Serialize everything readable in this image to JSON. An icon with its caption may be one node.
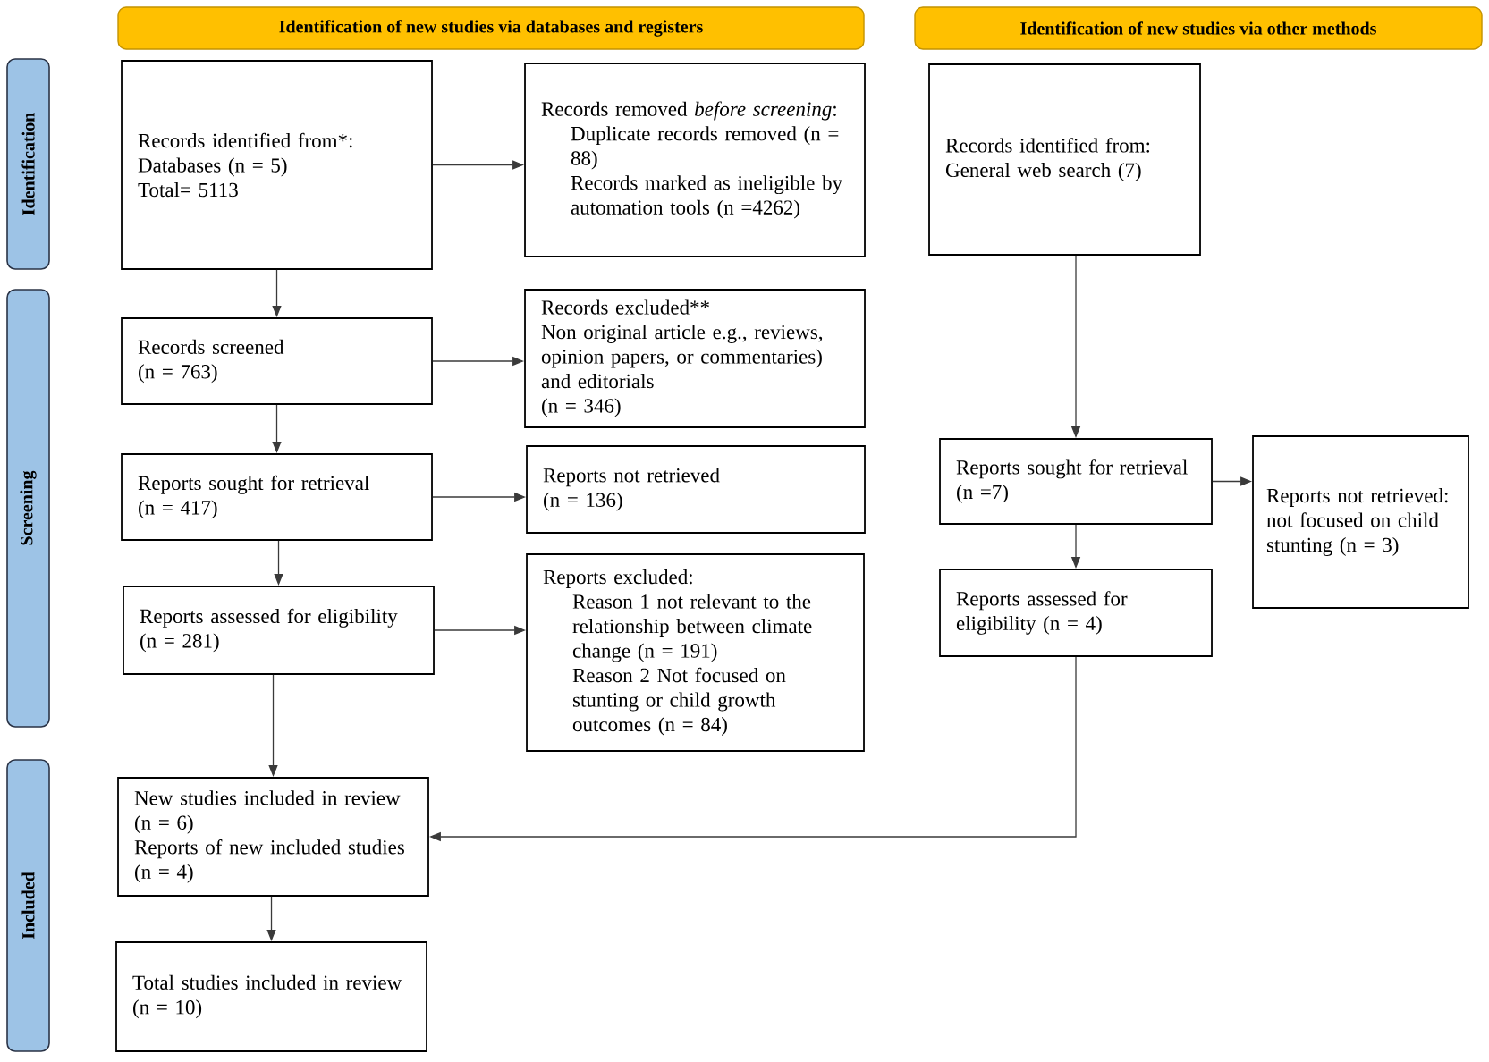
{
  "diagram": {
    "nodes": [
      {
        "text": [
          "Identification of new studies via databases and registers"
        ]
      },
      {
        "text": [
          "Identification of new studies via other methods"
        ]
      },
      {
        "text": [
          "Identification"
        ]
      },
      {
        "text": [
          "Screening"
        ]
      },
      {
        "text": [
          "Included"
        ]
      },
      {
        "text": [
          "Records identified from*:",
          "Databases (n = 5)",
          "Total= 5113"
        ]
      },
      {
        "text": [
          "Records removed *before screening*:",
          "Duplicate records removed (n = 88)",
          "Records marked as ineligible by automation tools (n =4262)"
        ]
      },
      {
        "text": [
          "Records identified from:",
          "General web search (7)"
        ]
      },
      {
        "text": [
          "Records screened",
          "(n = 763)"
        ]
      },
      {
        "text": [
          "Records excluded**",
          "Non original article e.g., reviews, opinion papers, or commentaries) and editorials",
          "(n = 346)"
        ]
      },
      {
        "text": [
          "Reports sought for retrieval",
          "(n = 417)"
        ]
      },
      {
        "text": [
          "Reports not retrieved",
          "(n = 136)"
        ]
      },
      {
        "text": [
          "Reports sought for retrieval",
          "(n =7)"
        ]
      },
      {
        "text": [
          "Reports not retrieved: not focused on child stunting (n = 3)"
        ]
      },
      {
        "text": [
          "Reports assessed for eligibility",
          "(n = 281)"
        ]
      },
      {
        "text": [
          "Reports excluded:",
          "Reason 1 not relevant to the relationship between climate change (n = 191)",
          "Reason 2 Not focused on stunting or child growth outcomes (n = 84)"
        ]
      },
      {
        "text": [
          "Reports assessed for eligibility (n = 4)"
        ]
      },
      {
        "text": [
          "New studies included in review",
          "(n = 6)",
          "Reports of new included studies",
          "(n = 4)"
        ]
      },
      {
        "text": [
          "Total studies included in review",
          "(n = 10)"
        ]
      }
    ],
    "edges": [
      {
        "from": 5,
        "to": 6,
        "arrow": "to"
      },
      {
        "from": 5,
        "to": 8,
        "arrow": "to"
      },
      {
        "from": 7,
        "to": 12,
        "arrow": "to"
      },
      {
        "from": 8,
        "to": 9,
        "arrow": "to"
      },
      {
        "from": 8,
        "to": 10,
        "arrow": "to"
      },
      {
        "from": 10,
        "to": 11,
        "arrow": "to"
      },
      {
        "from": 12,
        "to": 13,
        "arrow": "to"
      },
      {
        "from": 10,
        "to": 14,
        "arrow": "to"
      },
      {
        "from": 12,
        "to": 16,
        "arrow": "to"
      },
      {
        "from": 14,
        "to": 15,
        "arrow": "to"
      },
      {
        "from": 14,
        "to": 17,
        "arrow": "to"
      },
      {
        "from": 16,
        "to": 17,
        "arrow": "to"
      },
      {
        "from": 17,
        "to": 18,
        "arrow": "to"
      }
    ]
  }
}
